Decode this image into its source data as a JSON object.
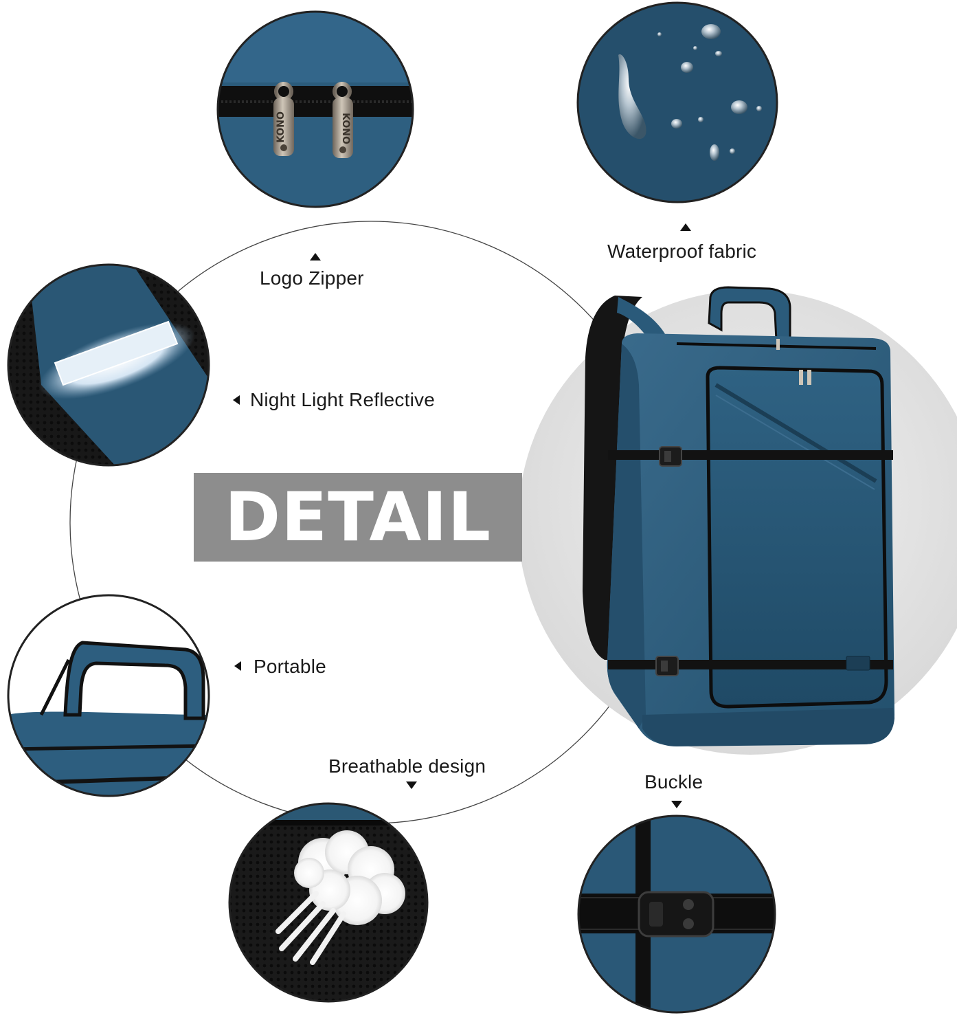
{
  "banner": {
    "title": "DETAIL"
  },
  "zipper_brand": "KONO",
  "features": {
    "logo_zipper": "Logo Zipper",
    "waterproof": "Waterproof fabric",
    "reflective": "Night Light Reflective",
    "portable": "Portable",
    "breathable": "Breathable design",
    "buckle": "Buckle"
  },
  "colors": {
    "fabric": "#2c5a78",
    "fabric_dark": "#1d3f57",
    "strap": "#141414",
    "banner": "#8d8d8d",
    "backdrop": "#e7e7e7",
    "ring": "#444444"
  }
}
